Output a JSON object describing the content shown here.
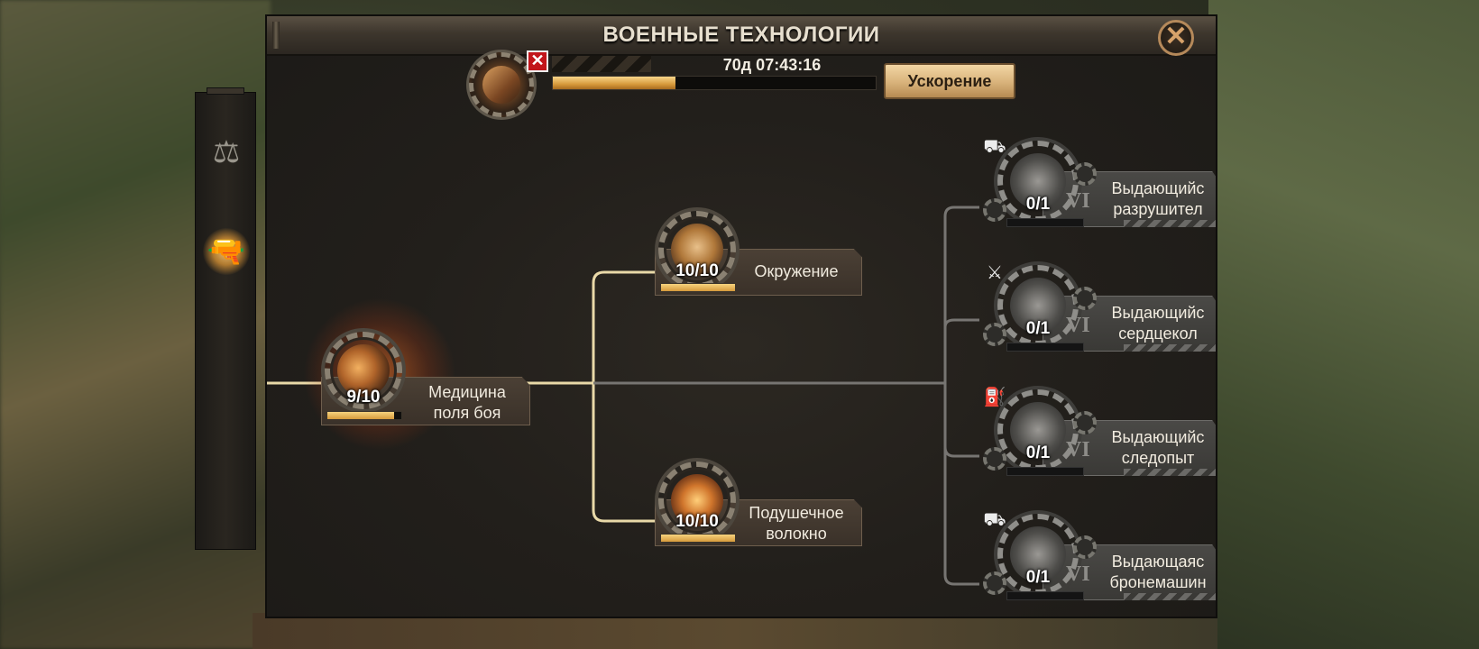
{
  "window": {
    "title": "ВОЕННЫЕ ТЕХНОЛОГИИ",
    "close_icon": "close-x-icon"
  },
  "side_panel": {
    "items": [
      {
        "icon": "scales-money-icon",
        "glyph": "⚖",
        "active": false
      },
      {
        "icon": "rifle-ammo-icon",
        "glyph": "🔫",
        "active": true
      }
    ]
  },
  "research": {
    "timer": "70д 07:43:16",
    "progress": 0.38,
    "speedup_label": "Ускорение",
    "cancel_glyph": "✕"
  },
  "tree": {
    "root": {
      "level": "9/10",
      "name_line1": "Медицина",
      "name_line2": "поля боя",
      "progress": 0.9
    },
    "middle": [
      {
        "level": "10/10",
        "name_line1": "Окружение",
        "name_line2": "",
        "progress": 1.0
      },
      {
        "level": "10/10",
        "name_line1": "Подушечное",
        "name_line2": "волокно",
        "progress": 1.0
      }
    ],
    "locked": [
      {
        "level": "0/1",
        "roman": "VI",
        "name_line1": "Выдающийс",
        "name_line2": "разрушител",
        "badge_icon": "artillery-icon",
        "badge_glyph": "⛟"
      },
      {
        "level": "0/1",
        "roman": "VI",
        "name_line1": "Выдающийс",
        "name_line2": "сердцекол",
        "badge_icon": "melee-icon",
        "badge_glyph": "⚔"
      },
      {
        "level": "0/1",
        "roman": "VI",
        "name_line1": "Выдающийс",
        "name_line2": "следопыт",
        "badge_icon": "motorcycle-icon",
        "badge_glyph": "⛽"
      },
      {
        "level": "0/1",
        "roman": "VI",
        "name_line1": "Выдающаяс",
        "name_line2": "бронемашин",
        "badge_icon": "armored-car-icon",
        "badge_glyph": "⛟"
      }
    ]
  }
}
